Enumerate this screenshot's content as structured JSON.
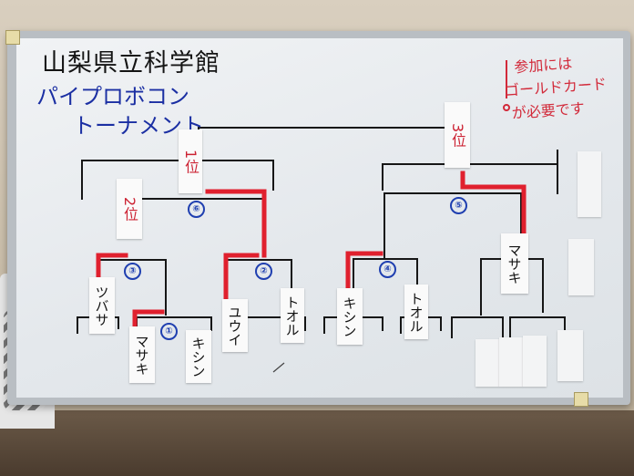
{
  "board": {
    "title_line1": "山梨県立科学館",
    "title_line2": "パイプロボコン",
    "title_line3": "トーナメント",
    "notice": [
      "参加には",
      "ゴールドカード",
      "が必要です"
    ]
  },
  "ranks": {
    "first": "1位",
    "second": "2位",
    "third": "3位"
  },
  "players": [
    "ツバサ",
    "マサキ",
    "キシン",
    "ユウイ",
    "トオル",
    "キシン",
    "トオル",
    "マサキ"
  ],
  "match_numbers": [
    "①",
    "②",
    "③",
    "④",
    "⑤",
    "⑥"
  ],
  "colors": {
    "bracket": "#161616",
    "winner": "#e0202e",
    "blue_ink": "#1b2fa3",
    "red_ink": "#d22a3a"
  }
}
